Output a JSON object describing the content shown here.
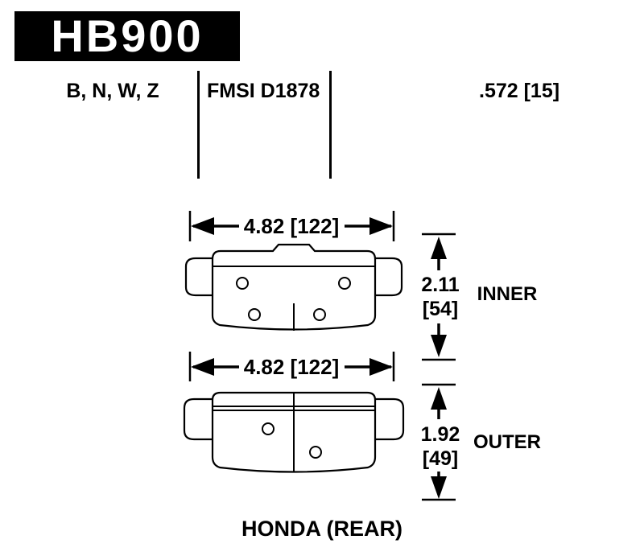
{
  "header": {
    "part_number": "HB900",
    "compounds": "B, N, W, Z",
    "fmsi": "FMSI D1878",
    "thickness": ".572 [15]"
  },
  "dimensions": {
    "inner_width": "4.82 [122]",
    "inner_height_line1": "2.11",
    "inner_height_line2": "[54]",
    "inner_label": "INNER",
    "outer_width": "4.82 [122]",
    "outer_height_line1": "1.92",
    "outer_height_line2": "[49]",
    "outer_label": "OUTER"
  },
  "footer": {
    "application": "HONDA (REAR)"
  },
  "colors": {
    "ink": "#000000",
    "background": "#ffffff",
    "part_box_bg": "#000000",
    "part_box_text": "#ffffff"
  }
}
